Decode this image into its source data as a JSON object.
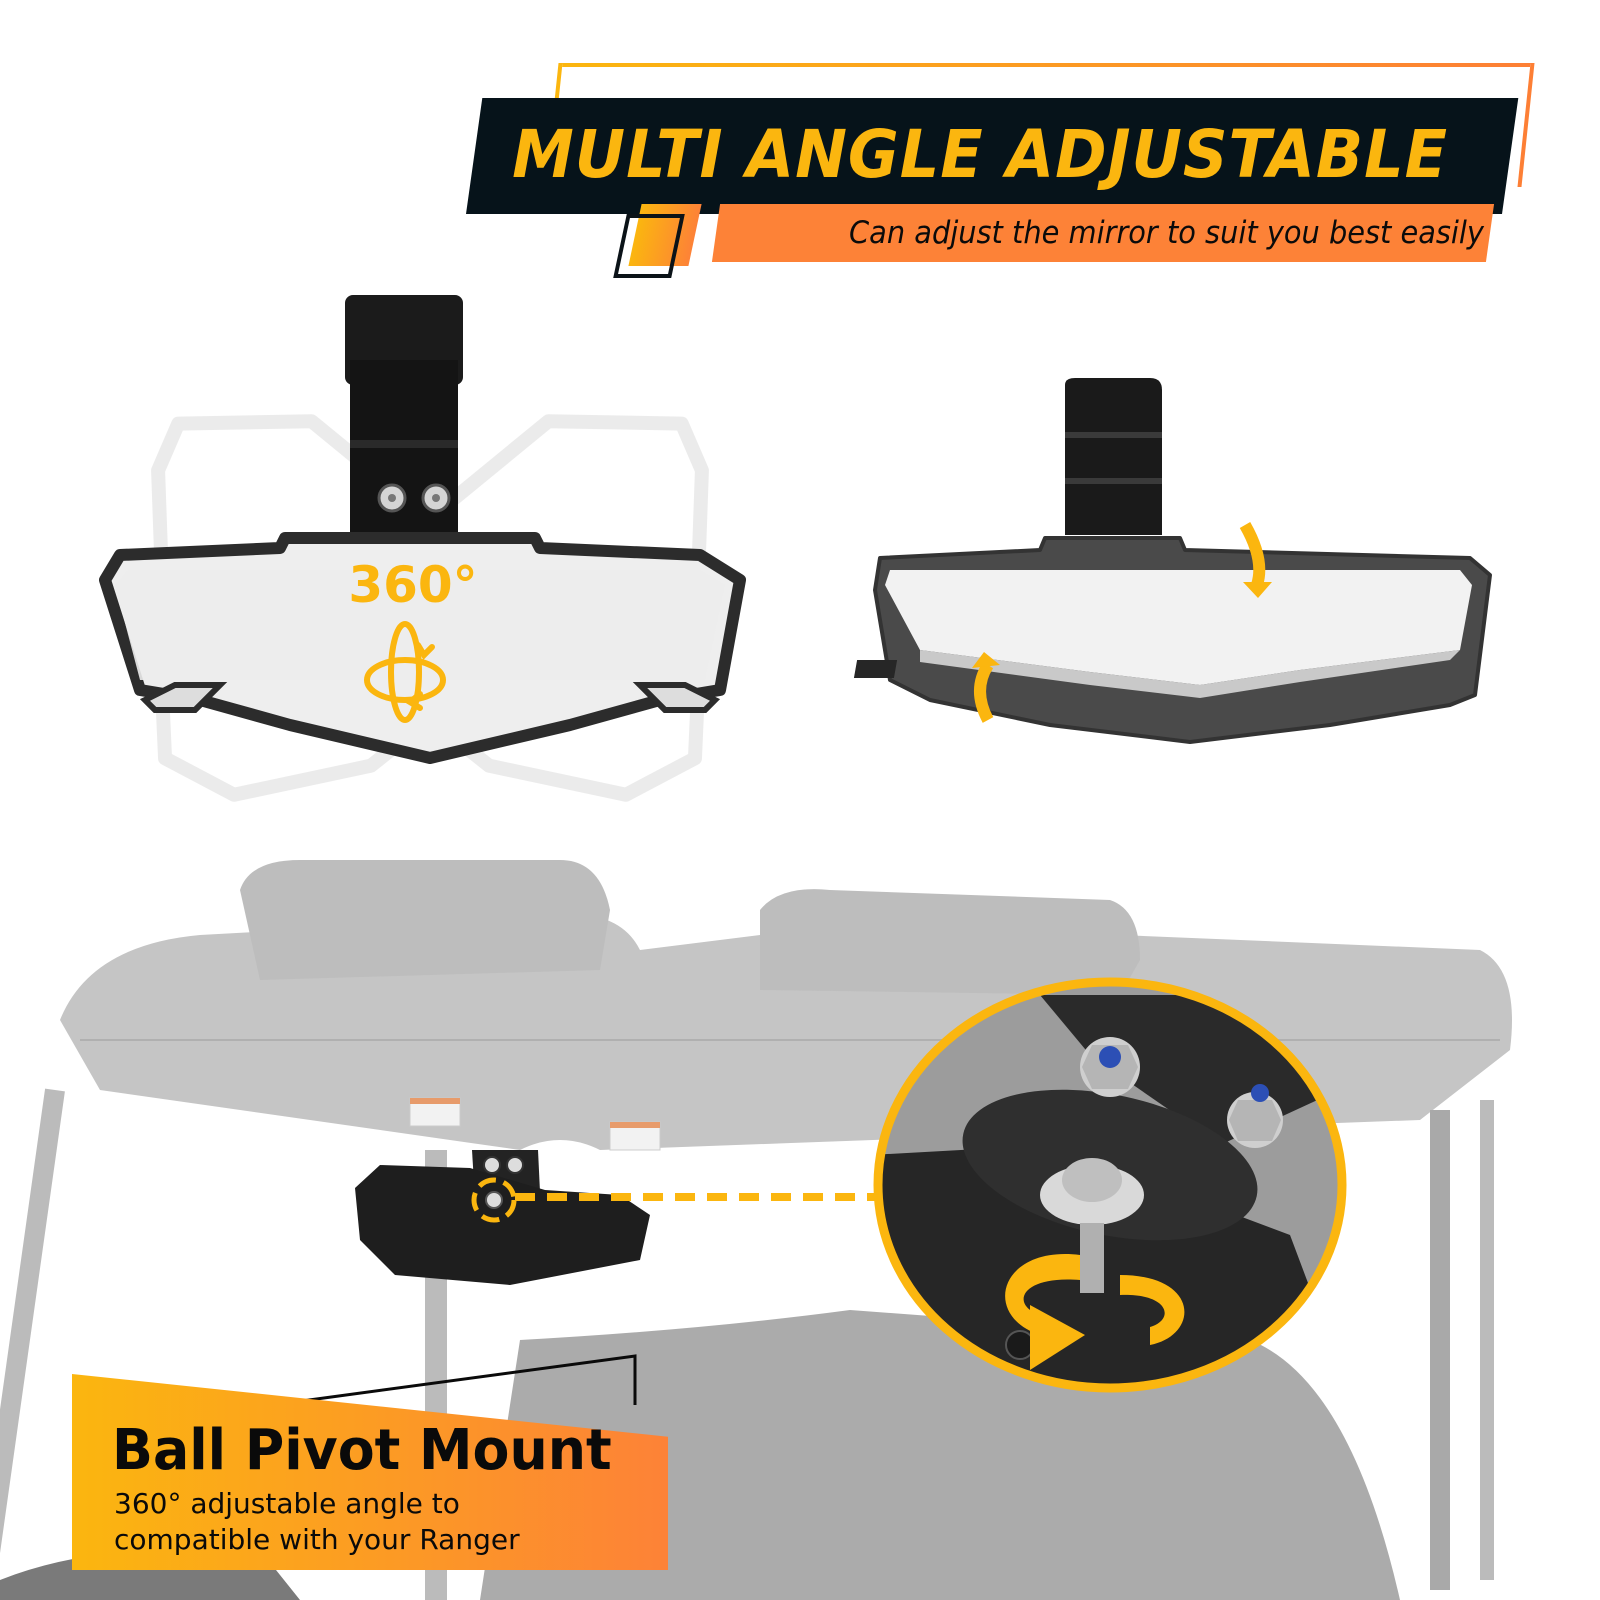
{
  "header": {
    "title": "MULTI ANGLE ADJUSTABLE",
    "subtitle": "Can adjust the mirror to suit you best easily"
  },
  "left_mirror": {
    "badge": "360°",
    "icon": "rotate-3d-icon"
  },
  "right_mirror": {
    "icons": [
      "arrow-curve-down-icon",
      "arrow-curve-up-icon"
    ]
  },
  "detail_callout": {
    "icon": "rotate-arrows-icon"
  },
  "caption": {
    "title": "Ball Pivot Mount",
    "line1": "360° adjustable angle to",
    "line2": "compatible with your Ranger"
  },
  "colors": {
    "accent_yellow": "#fbb60f",
    "accent_orange": "#fd8237",
    "dark": "#06131a"
  }
}
